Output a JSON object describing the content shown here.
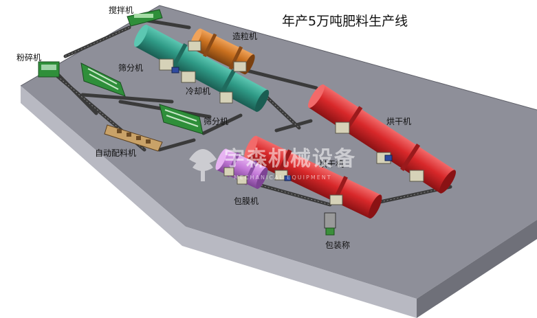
{
  "title": "年产5万吨肥料生产线",
  "labels": {
    "mixer": "搅拌机",
    "granulator": "造粒机",
    "crusher": "粉碎机",
    "screener1": "筛分机",
    "cooler": "冷却机",
    "screener2": "筛分机",
    "dryer1": "烘干机",
    "batcher": "自动配料机",
    "dryer2": "烘干机",
    "coater": "包膜机",
    "packer": "包装称"
  },
  "watermark": {
    "text": "宇森机械设备",
    "sub": "MECHANICAL EQUIPMENT"
  },
  "colors": {
    "background": "#ffffff",
    "platform_top": "#8e8f99",
    "platform_front": "#b8b9c2",
    "platform_side": "#6f7079",
    "cooler_drum": "#2f9a86",
    "granulator_drum": "#c9701f",
    "dryer_drum": "#d8282a",
    "coater_drum": "#c47ad8",
    "screener": "#2f8f3a",
    "conveyor": "#3a3a3a"
  }
}
